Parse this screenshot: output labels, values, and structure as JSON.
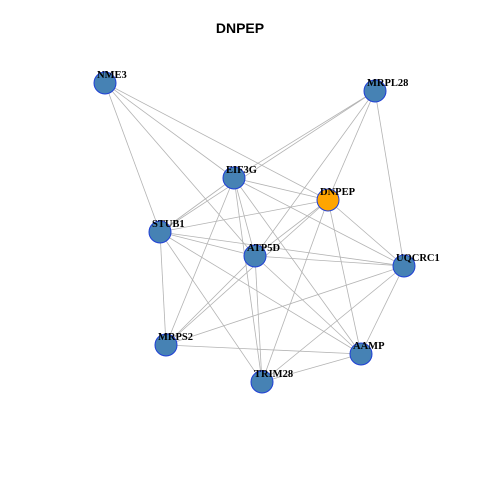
{
  "title": "DNPEP",
  "colors": {
    "background": "#ffffff",
    "edge": "#b3b3b3",
    "node_default_fill": "#4682b4",
    "node_default_stroke": "#1f3fd6",
    "node_highlight_fill": "#ffa500",
    "node_highlight_stroke": "#1f3fd6",
    "label": "#000000"
  },
  "graph": {
    "highlight": "DNPEP",
    "nodes": [
      {
        "id": "NME3",
        "label": "NME3"
      },
      {
        "id": "MRPL28",
        "label": "MRPL28"
      },
      {
        "id": "EIF3G",
        "label": "EIF3G"
      },
      {
        "id": "DNPEP",
        "label": "DNPEP"
      },
      {
        "id": "STUB1",
        "label": "STUB1"
      },
      {
        "id": "ATP5D",
        "label": "ATP5D"
      },
      {
        "id": "UQCRC1",
        "label": "UQCRC1"
      },
      {
        "id": "MRPS2",
        "label": "MRPS2"
      },
      {
        "id": "AAMP",
        "label": "AAMP"
      },
      {
        "id": "TRIM28",
        "label": "TRIM28"
      }
    ],
    "edges": [
      [
        "NME3",
        "EIF3G"
      ],
      [
        "NME3",
        "DNPEP"
      ],
      [
        "NME3",
        "STUB1"
      ],
      [
        "NME3",
        "ATP5D"
      ],
      [
        "MRPL28",
        "EIF3G"
      ],
      [
        "MRPL28",
        "DNPEP"
      ],
      [
        "MRPL28",
        "STUB1"
      ],
      [
        "MRPL28",
        "ATP5D"
      ],
      [
        "MRPL28",
        "UQCRC1"
      ],
      [
        "EIF3G",
        "DNPEP"
      ],
      [
        "EIF3G",
        "STUB1"
      ],
      [
        "EIF3G",
        "ATP5D"
      ],
      [
        "EIF3G",
        "UQCRC1"
      ],
      [
        "EIF3G",
        "MRPS2"
      ],
      [
        "EIF3G",
        "AAMP"
      ],
      [
        "EIF3G",
        "TRIM28"
      ],
      [
        "DNPEP",
        "STUB1"
      ],
      [
        "DNPEP",
        "ATP5D"
      ],
      [
        "DNPEP",
        "UQCRC1"
      ],
      [
        "DNPEP",
        "MRPS2"
      ],
      [
        "DNPEP",
        "AAMP"
      ],
      [
        "DNPEP",
        "TRIM28"
      ],
      [
        "STUB1",
        "ATP5D"
      ],
      [
        "STUB1",
        "UQCRC1"
      ],
      [
        "STUB1",
        "MRPS2"
      ],
      [
        "STUB1",
        "AAMP"
      ],
      [
        "STUB1",
        "TRIM28"
      ],
      [
        "ATP5D",
        "UQCRC1"
      ],
      [
        "ATP5D",
        "MRPS2"
      ],
      [
        "ATP5D",
        "AAMP"
      ],
      [
        "ATP5D",
        "TRIM28"
      ],
      [
        "UQCRC1",
        "MRPS2"
      ],
      [
        "UQCRC1",
        "AAMP"
      ],
      [
        "UQCRC1",
        "TRIM28"
      ],
      [
        "MRPS2",
        "AAMP"
      ],
      [
        "AAMP",
        "TRIM28"
      ]
    ]
  }
}
